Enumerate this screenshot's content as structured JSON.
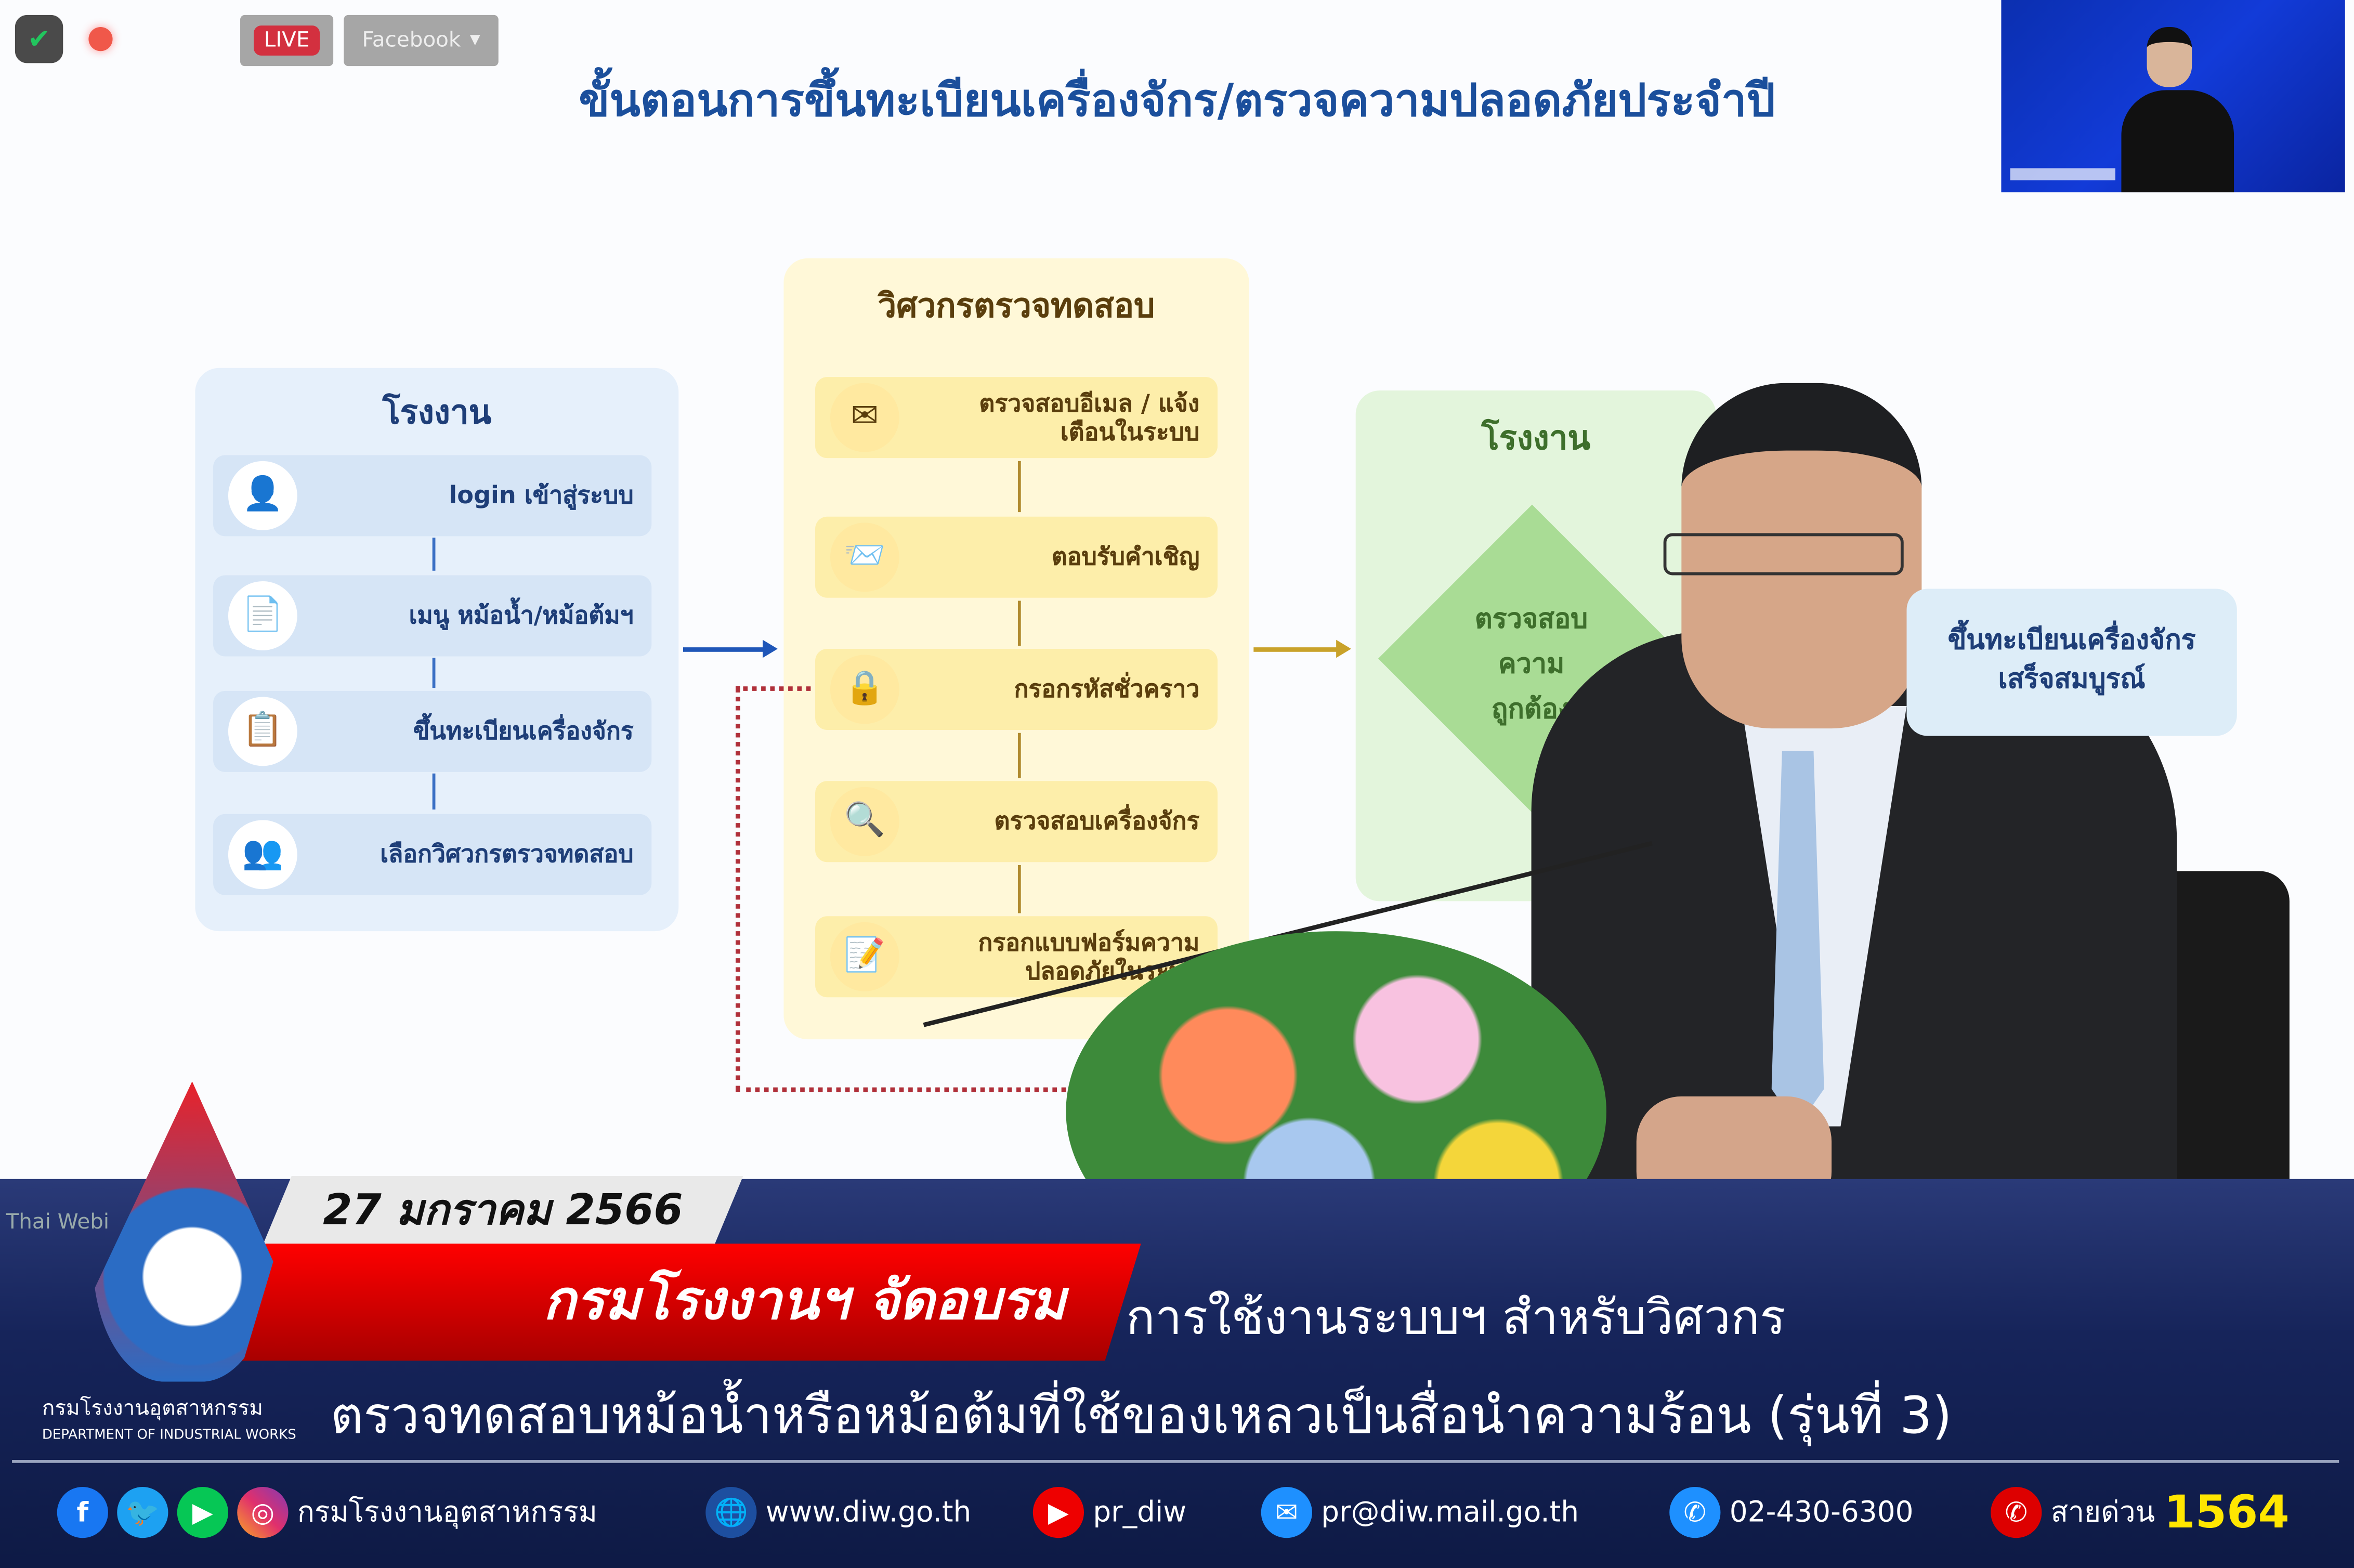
{
  "toolbar": {
    "security_icon": "shield-check-icon",
    "record_icon": "record-dot-icon",
    "live_label": "LIVE",
    "stream_target": "Facebook"
  },
  "slide": {
    "title": "ขั้นตอนการขึ้นทะเบียนเครื่องจักร/ตรวจความปลอดภัยประจำปี",
    "factory_panel": {
      "header": "โรงงาน",
      "steps": [
        "login เข้าสู่ระบบ",
        "เมนู หม้อน้ำ/หม้อต้มฯ",
        "ขึ้นทะเบียนเครื่องจักร",
        "เลือกวิศวกรตรวจทดสอบ"
      ]
    },
    "engineer_panel": {
      "header": "วิศวกรตรวจทดสอบ",
      "steps": [
        "ตรวจสอบอีเมล / แจ้งเตือนในระบบ",
        "ตอบรับคำเชิญ",
        "กรอกรหัสชั่วคราว",
        "ตรวจสอบเครื่องจักร",
        "กรอกแบบฟอร์มความ ปลอดภัยในระบบ"
      ]
    },
    "verify_panel": {
      "header": "โรงงาน",
      "decision_line1": "ตรวจสอบ",
      "decision_line2": "ความ",
      "decision_line3": "ถูกต้อง"
    },
    "result_line1": "ขึ้นทะเบียนเครื่องจักร",
    "result_line2": "เสร็จสมบูรณ์"
  },
  "watermark": "Thai Webi",
  "banner": {
    "date": "27 มกราคม 2566",
    "headline": "กรมโรงงานฯ จัดอบรม",
    "subtitle1": "การใช้งานระบบฯ สำหรับวิศวกร",
    "subtitle2": "ตรวจทดสอบหม้อน้ำหรือหม้อต้มที่ใช้ของเหลวเป็นสื่อนำความร้อน (รุ่นที่ 3)",
    "org_th": "กรมโรงงานอุตสาหกรรม",
    "org_en": "DEPARTMENT OF INDUSTRIAL WORKS"
  },
  "footer": {
    "social_name": "กรมโรงงานอุตสาหกรรม",
    "website": "www.diw.go.th",
    "youtube": "pr_diw",
    "email": "pr@diw.mail.go.th",
    "phone": "02-430-6300",
    "hotline_label": "สายด่วน",
    "hotline_number": "1564"
  },
  "colors": {
    "title": "#1b4f9c",
    "live": "#d3303f",
    "banner_red": "#ff0000",
    "hotline": "#ffe600",
    "navy": "#16245a"
  }
}
